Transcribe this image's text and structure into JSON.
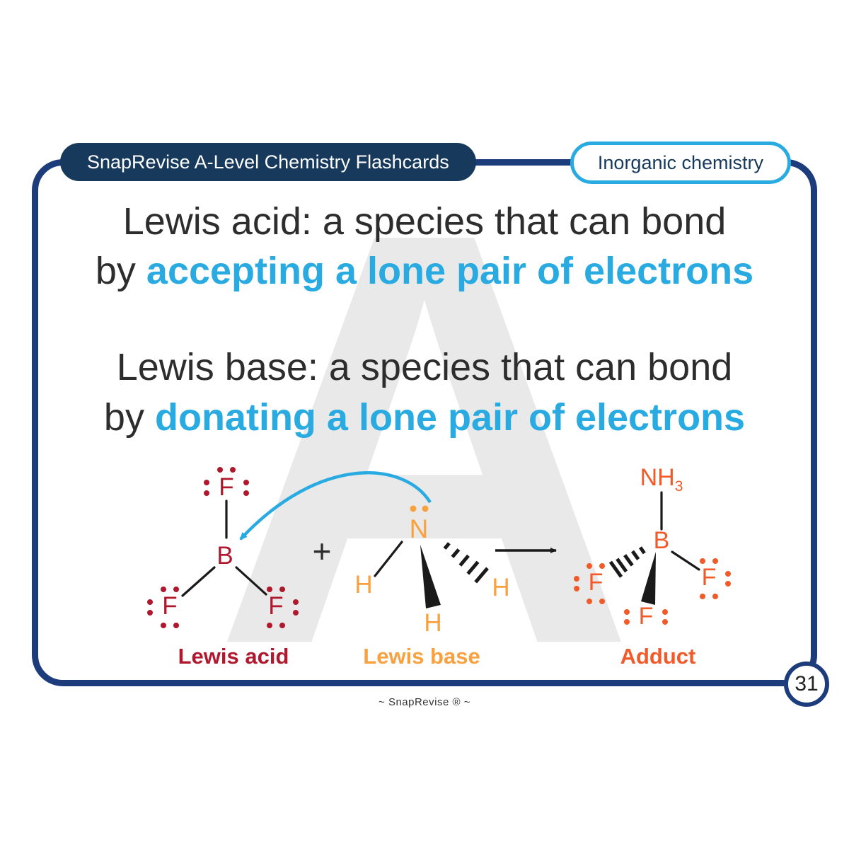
{
  "header": {
    "left_badge": "SnapRevise A-Level Chemistry Flashcards",
    "right_badge": "Inorganic chemistry"
  },
  "watermark": "A",
  "definitions": {
    "acid_line1": "Lewis acid: a species that can bond",
    "acid_line2_prefix": "by ",
    "acid_line2_highlight": "accepting a lone pair of electrons",
    "base_line1": "Lewis base: a species that can bond",
    "base_line2_prefix": "by ",
    "base_line2_highlight": "donating a lone pair of electrons"
  },
  "diagram": {
    "plus": "+",
    "lewis_acid": {
      "label": "Lewis acid",
      "atoms": {
        "top_f": "F",
        "b": "B",
        "left_f": "F",
        "right_f": "F"
      }
    },
    "lewis_base": {
      "label": "Lewis base",
      "atoms": {
        "n": "N",
        "h_left": "H",
        "h_bottom": "H",
        "h_right": "H"
      }
    },
    "adduct": {
      "label": "Adduct",
      "atoms": {
        "nh": "NH",
        "nh_sub": "3",
        "b": "B",
        "f_left": "F",
        "f_right": "F",
        "f_bottom": "F"
      }
    }
  },
  "footer": {
    "page_number": "31",
    "brand": "~ SnapRevise ® ~"
  },
  "colors": {
    "accent_blue": "#29abe2",
    "navy_border": "#1d3c7c",
    "badge_navy": "#16395c",
    "lewis_acid_red": "#b0182d",
    "lewis_base_orange": "#f9a03f",
    "adduct_orange_red": "#f15a29",
    "watermark_gray": "#e9e9e9"
  }
}
